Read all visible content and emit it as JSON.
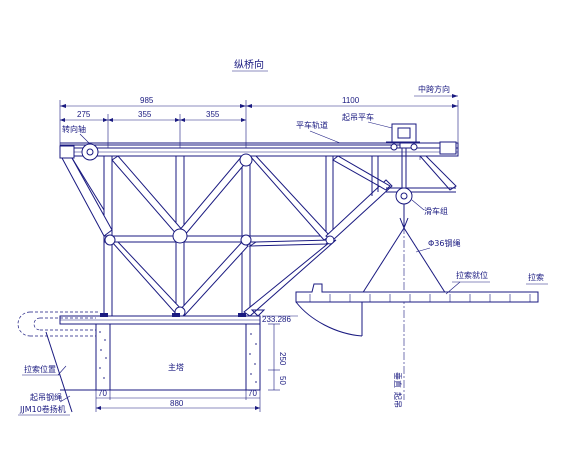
{
  "title": "纵桥向",
  "dimensions": {
    "top_left": "985",
    "top_right": "1100",
    "seg1": "275",
    "seg2": "355",
    "seg3": "355",
    "base_width": "880",
    "base_left": "70",
    "base_right": "70",
    "elevation": "233.286",
    "h1": "250",
    "h2": "50"
  },
  "labels": {
    "direction": "中跨方向",
    "rotating_shaft": "转向轴",
    "trolley_rail": "平车轨道",
    "hoist_trolley": "起吊平车",
    "pulley_block": "滑车组",
    "steel_rope": "Φ36钢绳",
    "cable_position": "拉索就位",
    "cable": "拉索",
    "main_tower": "主塔",
    "cable_spot": "拉索位置",
    "lifting_rope": "起吊钢绳",
    "winch": "JJM10卷扬机",
    "vertical_lift_1": "垂直",
    "vertical_lift_2": "起吊"
  }
}
